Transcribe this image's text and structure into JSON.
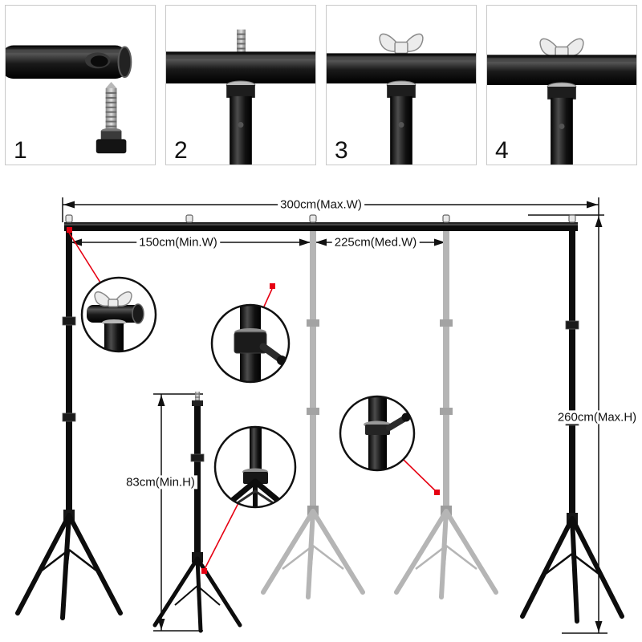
{
  "steps": [
    "1",
    "2",
    "3",
    "4"
  ],
  "dimensions": {
    "max_width": "300cm(Max.W)",
    "min_width": "150cm(Min.W)",
    "med_width": "225cm(Med.W)",
    "max_height": "260cm(Max.H)",
    "min_height": "83cm(Min.H)"
  },
  "colors": {
    "stand_black": "#0d0d0d",
    "stand_gray": "#b5b5b5",
    "callout_red": "#e60012"
  }
}
